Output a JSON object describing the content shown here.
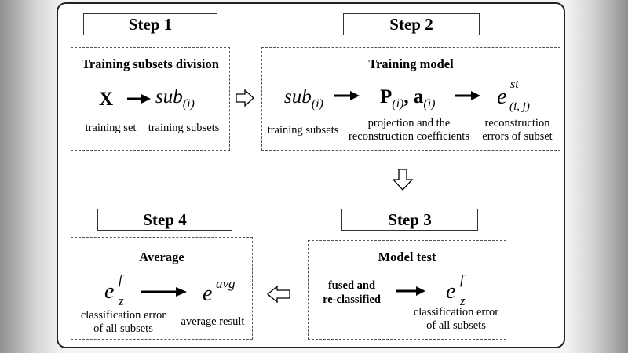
{
  "steps": {
    "s1": {
      "title": "Step 1",
      "heading": "Training subsets division",
      "label_left": "training set",
      "label_right": "training subsets"
    },
    "s2": {
      "title": "Step 2",
      "heading": "Training model",
      "label_a": "training subsets",
      "label_b1": "projection and the",
      "label_b2": "reconstruction coefficients",
      "label_c1": "reconstruction",
      "label_c2": "errors of subset"
    },
    "s3": {
      "title": "Step 3",
      "heading": "Model test",
      "text1": "fused and",
      "text2": "re-classified",
      "label1": "classification error",
      "label2": "of all subsets"
    },
    "s4": {
      "title": "Step 4",
      "heading": "Average",
      "label1a": "classification error",
      "label1b": "of all subsets",
      "label2": "average result"
    }
  },
  "symbols": {
    "X": "X",
    "sub": "sub",
    "i": "(i)",
    "P": "P",
    "a": "a",
    "comma": ",",
    "e": "e",
    "st": "st",
    "ij": "(i, j)",
    "f": "f",
    "z": "z",
    "avg": "avg"
  }
}
